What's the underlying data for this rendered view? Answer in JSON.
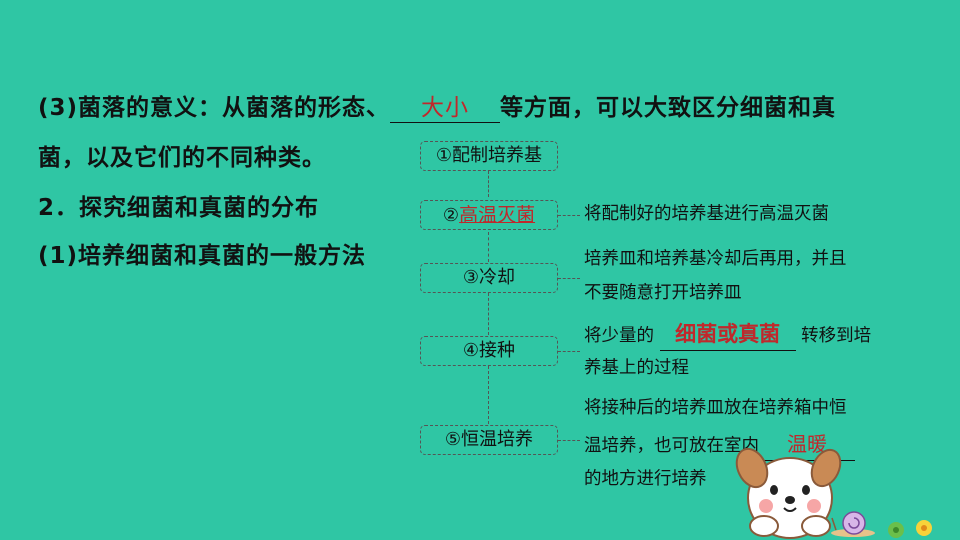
{
  "text": {
    "line1_prefix": "(3)菌落的意义：从菌落的形态、",
    "line1_blank": "大小",
    "line1_suffix": "等方面，可以大致区分细菌和真",
    "line2": "菌，以及它们的不同种类。",
    "heading2": "2．探究细菌和真菌的分布",
    "heading2_sub": "(1)培养细菌和真菌的一般方法"
  },
  "flow": {
    "step1": "①配制培养基",
    "step2_num": "②",
    "step2_answer": "高温灭菌",
    "step3": "③冷却",
    "step4": "④接种",
    "step5": "⑤恒温培养"
  },
  "notes": {
    "note2": "将配制好的培养基进行高温灭菌",
    "note3_a": "培养皿和培养基冷却后再用，并且",
    "note3_b": "不要随意打开培养皿",
    "note4_prefix": "将少量的",
    "note4_answer": "细菌或真菌",
    "note4_suffix": "转移到培",
    "note4_b": "养基上的过程",
    "note5_a": "将接种后的培养皿放在培养箱中恒",
    "note5_b_prefix": "温培养，也可放在室内",
    "note5_answer": "温暖",
    "note5_c": "的地方进行培养"
  },
  "colors": {
    "background": "#2fc6a4",
    "answer_red": "#c0282b"
  },
  "decoration": {
    "mascot": "cartoon-puppy",
    "snail": "snail-icon",
    "flowers": "flower-icon"
  }
}
